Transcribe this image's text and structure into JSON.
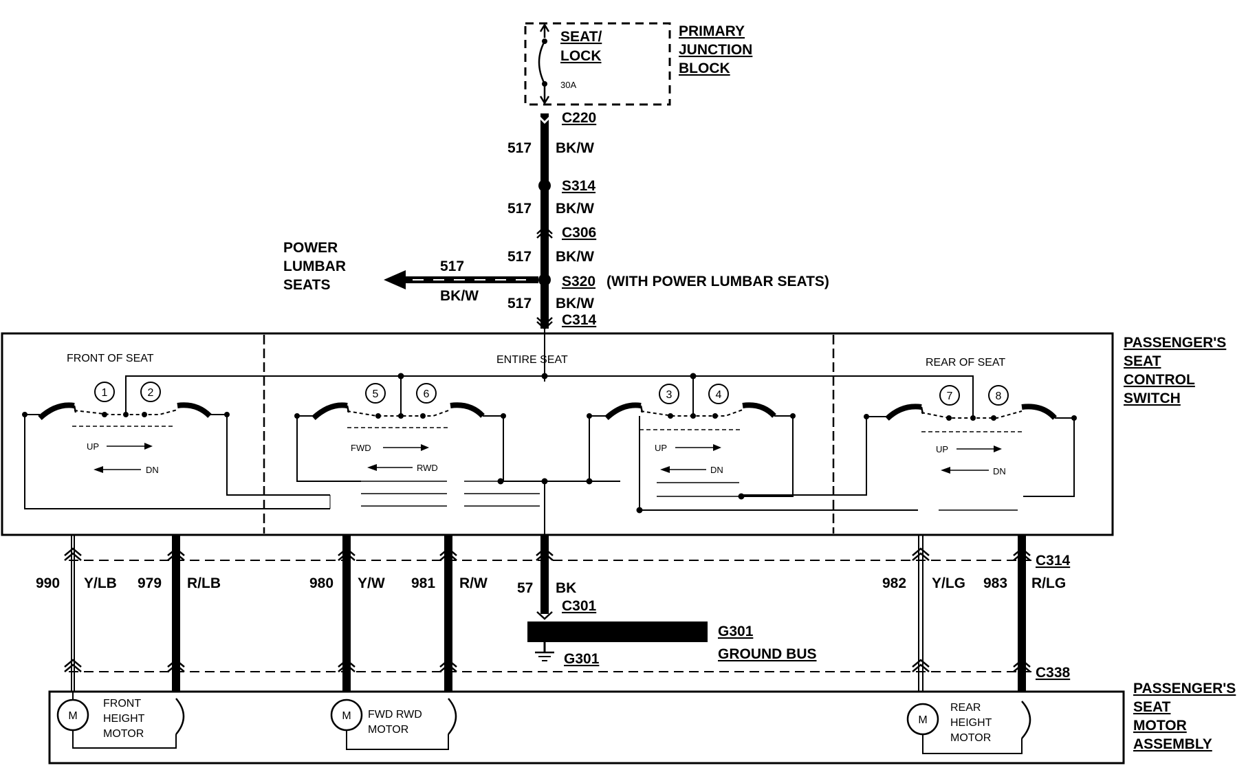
{
  "fuse": {
    "name_line1": "SEAT/",
    "name_line2": "LOCK",
    "rating": "30A"
  },
  "junction_block": {
    "line1": "PRIMARY",
    "line2": "JUNCTION",
    "line3": "BLOCK"
  },
  "feed_segments": [
    {
      "circuit": "517",
      "color": "BK/W"
    },
    {
      "circuit": "517",
      "color": "BK/W"
    },
    {
      "circuit": "517",
      "color": "BK/W"
    },
    {
      "circuit": "517",
      "color": "BK/W"
    }
  ],
  "connectors": {
    "c220": "C220",
    "c306": "C306",
    "c314_top": "C314",
    "c314_bottom": "C314",
    "c338": "C338",
    "c301": "C301"
  },
  "splices": {
    "s314": "S314",
    "s320": "S320",
    "s320_note": "(WITH POWER LUMBAR SEATS)"
  },
  "lumbar": {
    "line1": "POWER",
    "line2": "LUMBAR",
    "line3": "SEATS",
    "circuit": "517",
    "color": "BK/W"
  },
  "switch": {
    "label_line1": "PASSENGER'S",
    "label_line2": "SEAT",
    "label_line3": "CONTROL",
    "label_line4": "SWITCH",
    "section_front": "FRONT OF SEAT",
    "section_entire": "ENTIRE SEAT",
    "section_rear": "REAR OF SEAT",
    "pins": [
      "1",
      "2",
      "5",
      "6",
      "3",
      "4",
      "7",
      "8"
    ],
    "dir_up_1": "UP",
    "dir_dn_1": "DN",
    "dir_fwd": "FWD",
    "dir_rwd": "RWD",
    "dir_up_2": "UP",
    "dir_dn_2": "DN",
    "dir_up_3": "UP",
    "dir_dn_3": "DN"
  },
  "output_wires": [
    {
      "circuit": "990",
      "color": "Y/LB"
    },
    {
      "circuit": "979",
      "color": "R/LB"
    },
    {
      "circuit": "980",
      "color": "Y/W"
    },
    {
      "circuit": "981",
      "color": "R/W"
    },
    {
      "circuit": "982",
      "color": "Y/LG"
    },
    {
      "circuit": "983",
      "color": "R/LG"
    }
  ],
  "ground_wire": {
    "circuit": "57",
    "color": "BK"
  },
  "ground": {
    "bus_id": "G301",
    "bus_label": "GROUND BUS",
    "ground_id": "G301"
  },
  "motors": {
    "label_line1": "PASSENGER'S",
    "label_line2": "SEAT",
    "label_line3": "MOTOR",
    "label_line4": "ASSEMBLY",
    "symbol": "M",
    "front_line1": "FRONT",
    "front_line2": "HEIGHT",
    "front_line3": "MOTOR",
    "fwd_line1": "FWD RWD",
    "fwd_line2": "MOTOR",
    "rear_line1": "REAR",
    "rear_line2": "HEIGHT",
    "rear_line3": "MOTOR"
  }
}
